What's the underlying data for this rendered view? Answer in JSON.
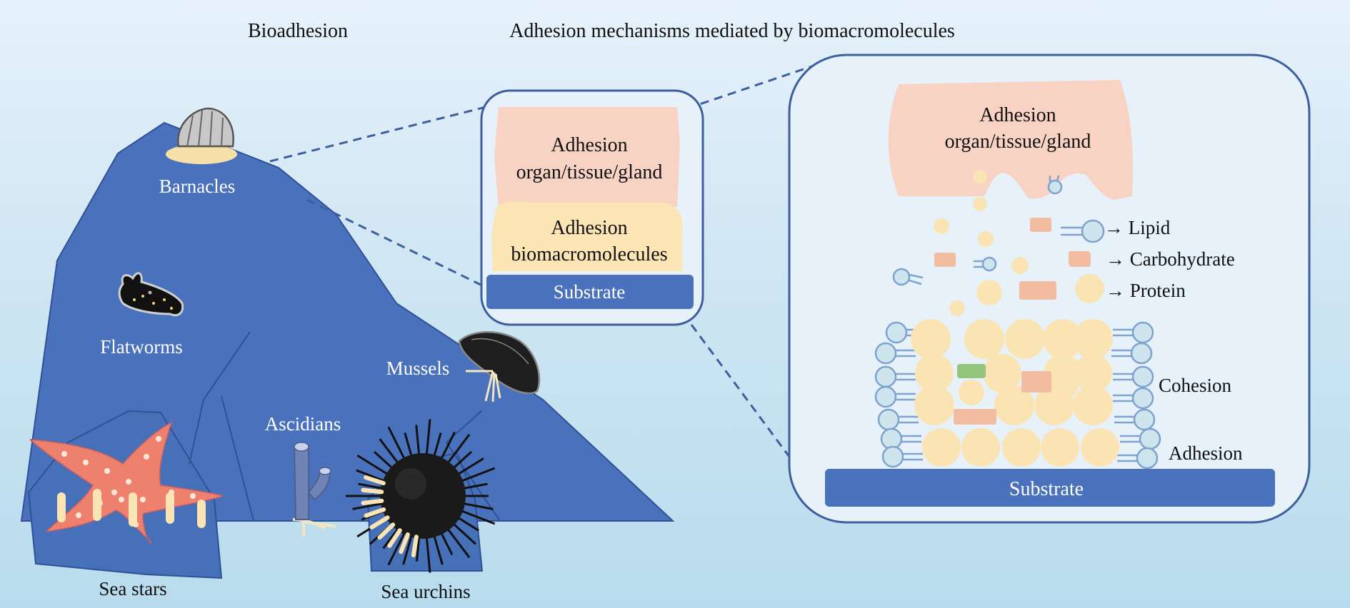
{
  "titles": {
    "left": "Bioadhesion",
    "right": "Adhesion mechanisms mediated by biomacromolecules"
  },
  "organisms": {
    "barnacles": "Barnacles",
    "flatworms": "Flatworms",
    "mussels": "Mussels",
    "ascidians": "Ascidians",
    "sea_stars": "Sea stars",
    "sea_urchins": "Sea urchins"
  },
  "middle_panel": {
    "organ_line1": "Adhesion",
    "organ_line2": "organ/tissue/gland",
    "bio_line1": "Adhesion",
    "bio_line2": "biomacromolecules",
    "substrate": "Substrate"
  },
  "right_panel": {
    "organ_line1": "Adhesion",
    "organ_line2": "organ/tissue/gland",
    "legend": {
      "lipid": "→ Lipid",
      "carbohydrate": "→ Carbohydrate",
      "protein": "→ Protein"
    },
    "cohesion": "Cohesion",
    "adhesion": "Adhesion",
    "substrate": "Substrate"
  },
  "colors": {
    "rock": "#4a72bc",
    "panel_border": "#3d5f9e",
    "organ": "#f8d3c4",
    "biomolecule": "#fbe5b4",
    "protein": "#fbe4b4",
    "carbohydrate": "#f2bca0",
    "lipid_head": "#cfe5ee",
    "lipid_stroke": "#7ea3cf",
    "green": "#92c47c"
  }
}
